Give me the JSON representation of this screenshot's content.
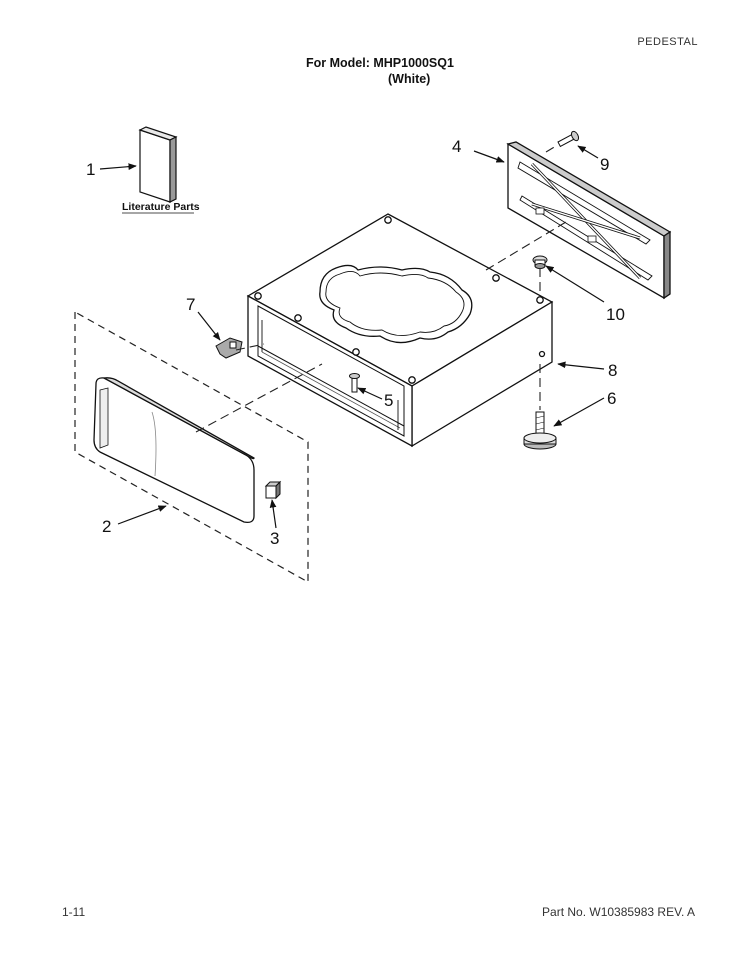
{
  "header": {
    "section": "PEDESTAL",
    "model_line": "For Model: MHP1000SQ1",
    "variant": "(White)"
  },
  "footer": {
    "page_number": "1-11",
    "part_number": "Part No. W10385983 REV. A"
  },
  "literature_label": "Literature Parts",
  "callouts": [
    "1",
    "2",
    "3",
    "4",
    "5",
    "6",
    "7",
    "8",
    "9",
    "10"
  ]
}
